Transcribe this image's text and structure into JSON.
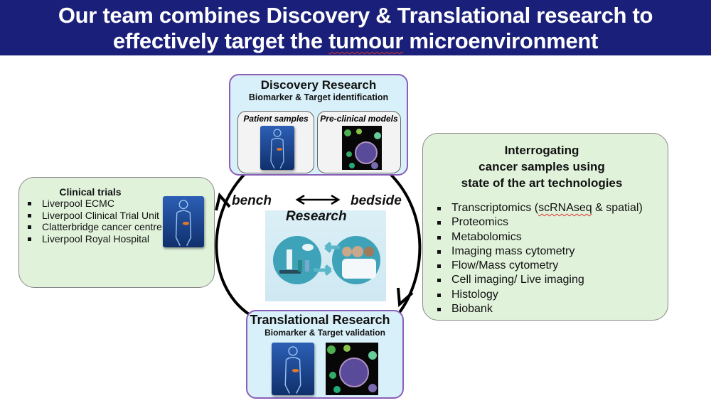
{
  "banner": {
    "line1": "Our team combines Discovery & Translational research to",
    "line2_before": "effectively target the ",
    "line2_marked": "tumour",
    "line2_after": " microenvironment"
  },
  "discovery": {
    "title": "Discovery Research",
    "subtitle": "Biomarker & Target identification",
    "panels": [
      {
        "label": "Patient samples",
        "image": "human-body-xray-icon"
      },
      {
        "label": "Pre-clinical models",
        "image": "organoid-microscopy-image"
      }
    ]
  },
  "cycle": {
    "left_label": "bench",
    "right_label": "bedside",
    "center_label": "Research",
    "center_image": "bench-to-bedside-illustration"
  },
  "translational": {
    "title": "Translational Research",
    "subtitle": "Biomarker & Target validation"
  },
  "clinical": {
    "title": "Clinical trials",
    "items": [
      "Liverpool ECMC",
      "Liverpool Clinical Trial Unit",
      "Clatterbridge cancer centre",
      "Liverpool Royal Hospital"
    ]
  },
  "tech": {
    "title_lines": [
      "Interrogating",
      "cancer samples using",
      "state of the art technologies"
    ],
    "first_item_before": "Transcriptomics (",
    "first_item_marked": "scRNAseq",
    "first_item_after": " & spatial)",
    "items": [
      "Proteomics",
      "Metabolomics",
      "Imaging mass cytometry",
      "Flow/Mass cytometry",
      "Cell imaging/ Live imaging",
      "Histology",
      "Biobank"
    ]
  },
  "colors": {
    "banner": "#1a1f7a",
    "blue_box": "#d8f0f9",
    "green_box": "#e1f2db",
    "border_purple": "#8a5fb8"
  }
}
